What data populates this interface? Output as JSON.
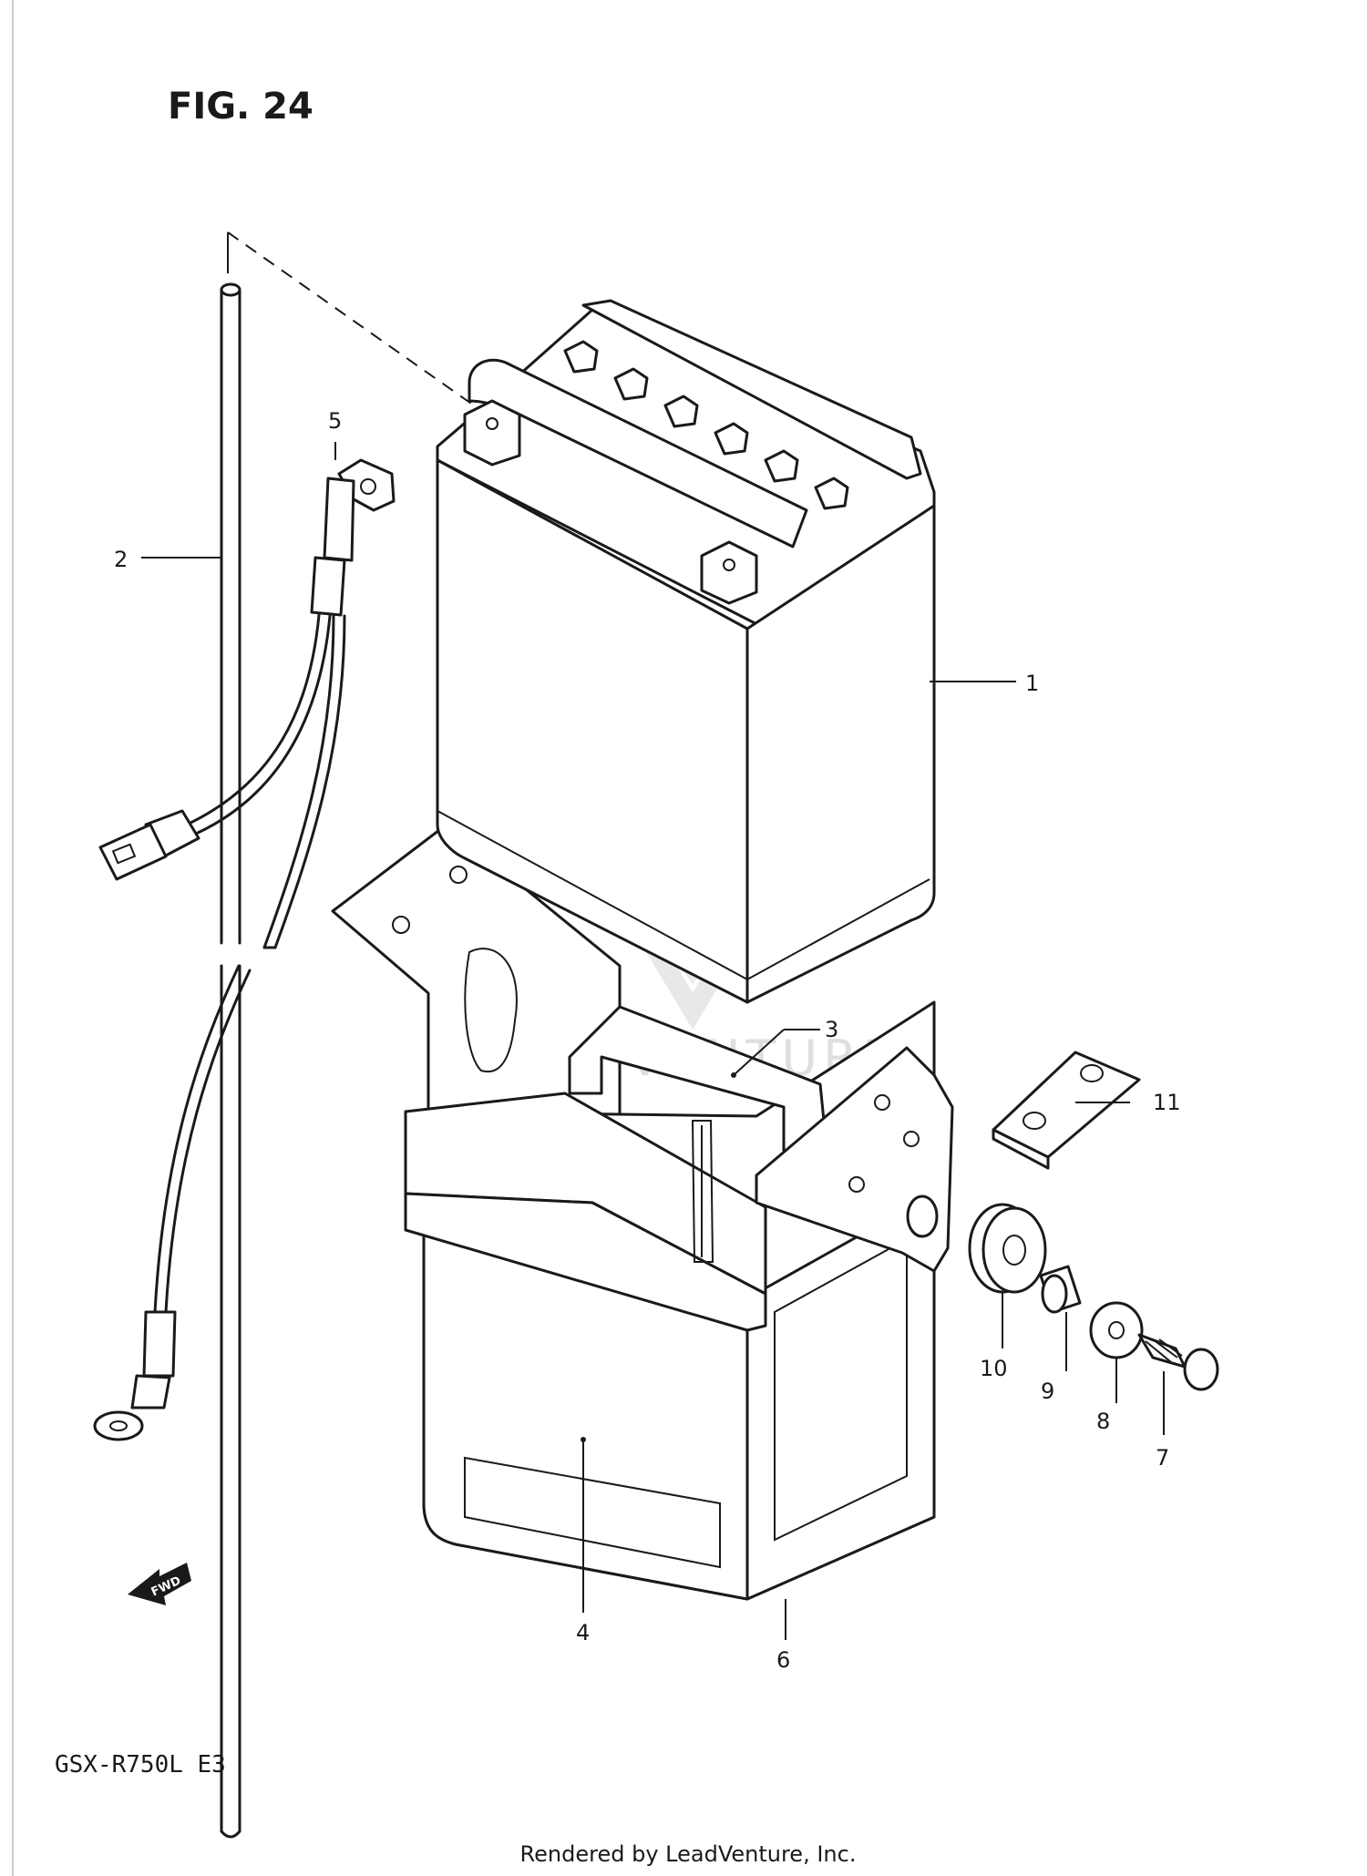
{
  "figure": {
    "title": "FIG. 24",
    "model_code": "GSX-R750L  E3",
    "footer": "Rendered by LeadVenture, Inc.",
    "watermark": "LEADVENTURE",
    "direction_arrow": "FWD"
  },
  "callouts": [
    "1",
    "2",
    "3",
    "4",
    "5",
    "6",
    "7",
    "8",
    "9",
    "10",
    "11"
  ],
  "icons": {
    "direction": "fwd-arrow-icon",
    "watermark_logo": "leadventure-logo"
  },
  "colors": {
    "ink": "#1a1a1a",
    "paper": "#ffffff",
    "watermark": "#dcdcdc"
  }
}
